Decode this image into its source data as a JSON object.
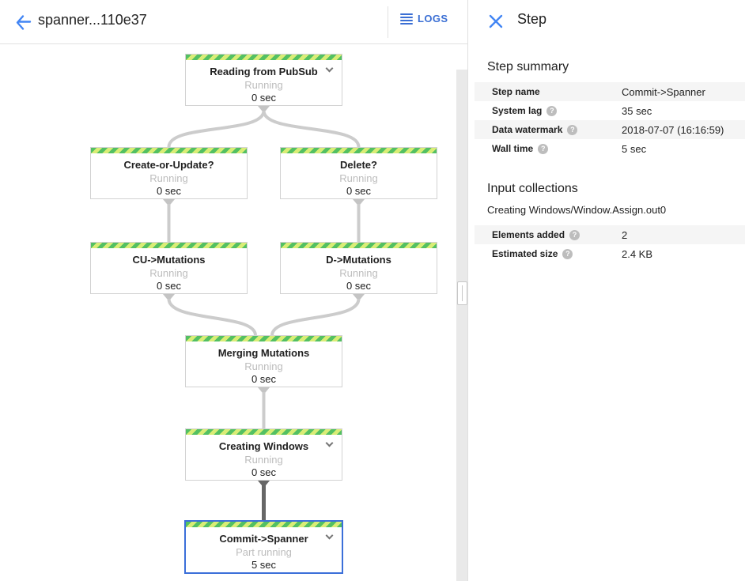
{
  "header": {
    "title": "spanner...110e37",
    "logs_label": "LOGS"
  },
  "panel": {
    "title": "Step",
    "help_glyph": "?",
    "summary_heading": "Step summary",
    "summary_rows": [
      {
        "label": "Step name",
        "value": "Commit->Spanner"
      },
      {
        "label": "System lag",
        "value": "35 sec"
      },
      {
        "label": "Data watermark",
        "value": "2018-07-07 (16:16:59)"
      },
      {
        "label": "Wall time",
        "value": "5 sec"
      }
    ],
    "input_heading": "Input collections",
    "collection_name": "Creating Windows/Window.Assign.out0",
    "input_rows": [
      {
        "label": "Elements added",
        "value": "2"
      },
      {
        "label": "Estimated size",
        "value": "2.4 KB"
      }
    ]
  },
  "graph": {
    "nodes": [
      {
        "title": "Reading from PubSub",
        "status": "Running",
        "time": "0 sec"
      },
      {
        "title": "Create-or-Update?",
        "status": "Running",
        "time": "0 sec"
      },
      {
        "title": "Delete?",
        "status": "Running",
        "time": "0 sec"
      },
      {
        "title": "CU->Mutations",
        "status": "Running",
        "time": "0 sec"
      },
      {
        "title": "D->Mutations",
        "status": "Running",
        "time": "0 sec"
      },
      {
        "title": "Merging Mutations",
        "status": "Running",
        "time": "0 sec"
      },
      {
        "title": "Creating Windows",
        "status": "Running",
        "time": "0 sec"
      },
      {
        "title": "Commit->Spanner",
        "status": "Part running",
        "time": "5 sec"
      }
    ]
  },
  "colors": {
    "accent_blue": "#4285f4",
    "selected_node_border": "#3b6fd9",
    "stripe_green": "#53c062",
    "stripe_yellow_green": "#d9ed76",
    "edge_gray": "#cccccc",
    "edge_dark": "#666666",
    "row_alt_bg": "#f5f5f5"
  }
}
